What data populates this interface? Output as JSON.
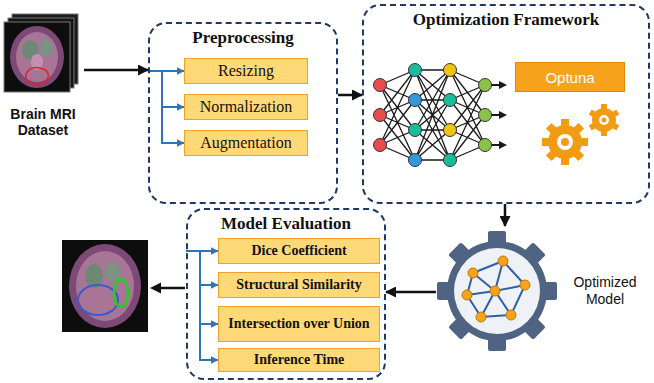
{
  "diagram": {
    "nodes": [
      {
        "text": [
          "Brain MRI Dataset"
        ]
      },
      {
        "text": [
          "Preprocessing"
        ]
      },
      {
        "text": [
          "Resizing"
        ],
        "in": 1
      },
      {
        "text": [
          "Normalization"
        ],
        "in": 1
      },
      {
        "text": [
          "Augmentation"
        ],
        "in": 1
      },
      {
        "text": [
          "Optimization Framework"
        ]
      },
      {
        "text": [
          "Optuna"
        ],
        "in": 5
      },
      {
        "text": [
          "Optimized Model"
        ]
      },
      {
        "text": [
          "Model Evaluation"
        ]
      },
      {
        "text": [
          "Dice Coefficient"
        ],
        "in": 8
      },
      {
        "text": [
          "Structural Similarity"
        ],
        "in": 8
      },
      {
        "text": [
          "Intersection over Union"
        ],
        "in": 8
      },
      {
        "text": [
          "Inference Time"
        ],
        "in": 8
      }
    ],
    "edges": [
      {
        "from": 0,
        "to": 1,
        "arrow": "to"
      },
      {
        "from": 1,
        "to": 2,
        "arrow": "to"
      },
      {
        "from": 1,
        "to": 3,
        "arrow": "to"
      },
      {
        "from": 1,
        "to": 4,
        "arrow": "to"
      },
      {
        "from": 1,
        "to": 5,
        "arrow": "to"
      },
      {
        "from": 5,
        "to": 7,
        "arrow": "to"
      },
      {
        "from": 7,
        "to": 8,
        "arrow": "to"
      },
      {
        "from": 8,
        "to": 9,
        "arrow": "to"
      },
      {
        "from": 8,
        "to": 10,
        "arrow": "to"
      },
      {
        "from": 8,
        "to": 11,
        "arrow": "to"
      },
      {
        "from": 8,
        "to": 12,
        "arrow": "to"
      }
    ]
  }
}
